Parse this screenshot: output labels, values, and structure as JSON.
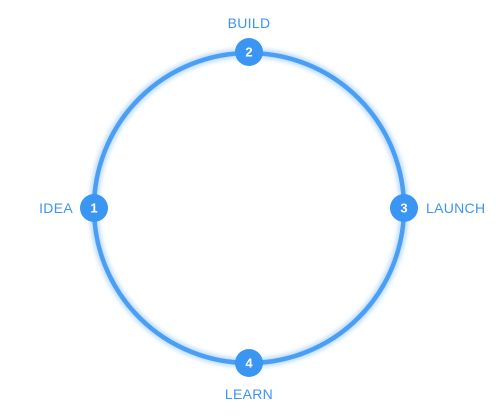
{
  "diagram": {
    "colors": {
      "ring": "#4a9ff5",
      "ring_glow": "#bcdcfb",
      "node": "#3a95f3",
      "node_text": "#ffffff",
      "label": "#3a95f3"
    },
    "stages": [
      {
        "number": "1",
        "label": "IDEA"
      },
      {
        "number": "2",
        "label": "BUILD"
      },
      {
        "number": "3",
        "label": "LAUNCH"
      },
      {
        "number": "4",
        "label": "LEARN"
      }
    ]
  }
}
